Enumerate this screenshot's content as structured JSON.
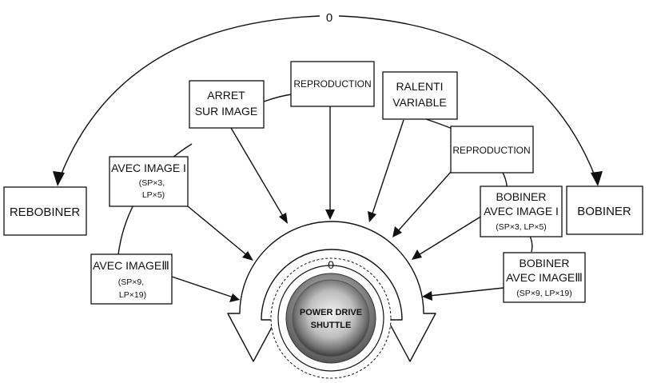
{
  "diagram": {
    "top_marker": "0",
    "dial_marker": "0",
    "dial_label_line1": "POWER DRIVE",
    "dial_label_line2": "SHUTTLE",
    "boxes": {
      "rebobiner": "REBOBINER",
      "bobiner": "BOBINER",
      "reproduction_top": "REPRODUCTION",
      "reproduction_right": "REPRODUCTION",
      "arret_line1": "ARRET",
      "arret_line2": "SUR IMAGE",
      "ralenti_line1": "RALENTI",
      "ralenti_line2": "VARIABLE",
      "avec1_line1": "AVEC IMAGE I",
      "avec1_line2": "(SP×3,",
      "avec1_line3": "LP×5)",
      "avec3_line1": "AVEC IMAGEⅢ",
      "avec3_line2": "(SP×9,",
      "avec3_line3": "LP×19)",
      "bob1_line1": "BOBINER",
      "bob1_line2": "AVEC IMAGE I",
      "bob1_line3": "(SP×3, LP×5)",
      "bob3_line1": "BOBINER",
      "bob3_line2": "AVEC IMAGEⅢ",
      "bob3_line3": "(SP×9, LP×19)"
    }
  }
}
